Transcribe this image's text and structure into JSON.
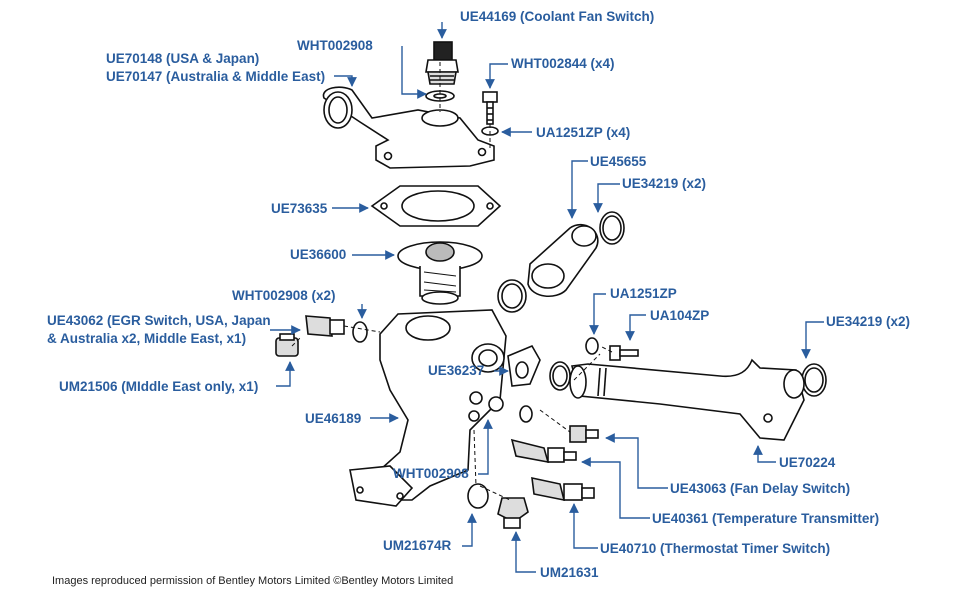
{
  "labels": {
    "ue44169": "UE44169 (Coolant Fan Switch)",
    "wht002908_top": "WHT002908",
    "ue70148": "UE70148 (USA & Japan)",
    "ue70147": "UE70147 (Australia & Middle East)",
    "wht002844": "WHT002844 (x4)",
    "ua1251zp_x4": "UA1251ZP (x4)",
    "ue45655": "UE45655",
    "ue34219_top": "UE34219 (x2)",
    "ue73635": "UE73635",
    "ue36600": "UE36600",
    "wht002908_x2": "WHT002908 (x2)",
    "ua1251zp": "UA1251ZP",
    "ua104zp": "UA104ZP",
    "ue34219_right": "UE34219 (x2)",
    "ue43062_line1": "UE43062 (EGR Switch, USA, Japan",
    "ue43062_line2": "& Australia x2, Middle East, x1)",
    "ue36237": "UE36237",
    "um21506": "UM21506 (MIddle East only, x1)",
    "ue46189": "UE46189",
    "wht002908_bottom": "WHT002908",
    "ue70224": "UE70224",
    "ue43063": "UE43063 (Fan Delay Switch)",
    "ue40361": "UE40361 (Temperature Transmitter)",
    "um21674r": "UM21674R",
    "ue40710": "UE40710 (Thermostat Timer Switch)",
    "um21631": "UM21631"
  },
  "footer": "Images reproduced permission of Bentley Motors Limited ©Bentley Motors Limited",
  "colors": {
    "leader": "#2a5d9e",
    "label": "#2a5d9e",
    "drawing": "#111111"
  }
}
